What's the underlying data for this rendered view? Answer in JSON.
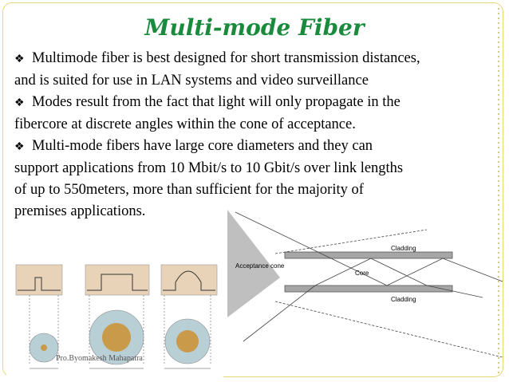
{
  "title": "Multi-mode Fiber",
  "bullets": [
    {
      "icon": "diamond-bullet-icon",
      "lines": [
        "Multimode fiber is best designed for short transmission distances,",
        "and is suited for use in LAN systems and video surveillance"
      ]
    },
    {
      "icon": "diamond-bullet-icon",
      "lines": [
        "Modes result from the fact that light will only propagate in the",
        "fibercore at discrete angles within the cone of acceptance."
      ]
    },
    {
      "icon": "diamond-bullet-icon",
      "lines": [
        "Multi-mode fibers have large core diameters and they can",
        "support applications from 10 Mbit/s to 10 Gbit/s over link lengths",
        "of up to 550meters, more than sufficient for the majority of",
        "premises applications."
      ]
    }
  ],
  "right_diagram": {
    "cladding_top": "Cladding",
    "cladding_bottom": "Cladding",
    "core": "Core",
    "acceptance_cone": "Acceptance cone"
  },
  "footer": "Pro.Byomakesh Mahapatra",
  "colors": {
    "title": "#1a8a3d",
    "border": "#e7d97a",
    "profile_fill": "#e8d3b8",
    "core_fill": "#c89a4a",
    "cladding_fill": "#b9cfd6"
  }
}
